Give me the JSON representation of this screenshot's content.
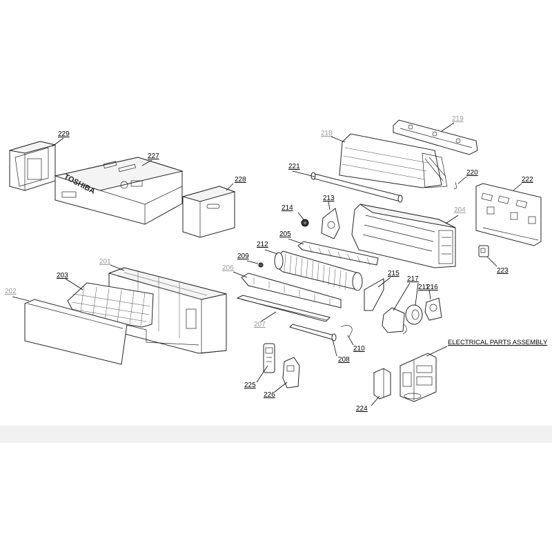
{
  "diagram": {
    "assembly_title": "ELECTRICAL PARTS ASSEMBLY",
    "brand_on_box": "TOSHIBA",
    "parts": {
      "p201": "201",
      "p202": "202",
      "p203": "203",
      "p204": "204",
      "p205": "205",
      "p206": "206",
      "p207": "207",
      "p208": "208",
      "p209": "209",
      "p210": "210",
      "p211": "211",
      "p212": "212",
      "p213": "213",
      "p214": "214",
      "p215": "215",
      "p216": "216",
      "p217": "217",
      "p218": "218",
      "p219": "219",
      "p220": "220",
      "p221": "221",
      "p222": "222",
      "p223": "223",
      "p224": "224",
      "p225": "225",
      "p226": "226",
      "p227": "227",
      "p228": "228",
      "p229": "229"
    },
    "colors": {
      "line": "#222222",
      "faded_label": "#9a9a9a",
      "band": "#f1f1f1"
    }
  }
}
